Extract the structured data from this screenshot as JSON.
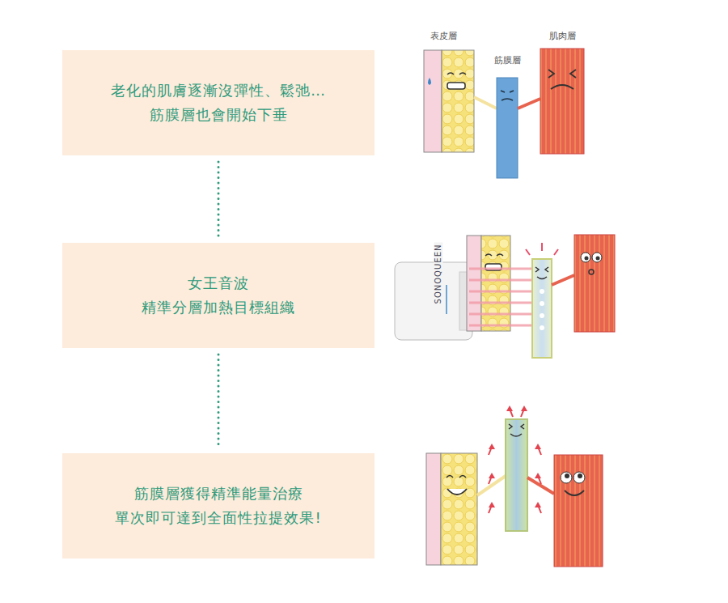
{
  "diagram": {
    "nodes": [
      {
        "text": [
          "老化的肌膚逐漸沒彈性、鬆弛… 筋膜層也會開始下垂"
        ]
      },
      {
        "text": [
          "女王音波 精準分層加熱目標組織"
        ]
      },
      {
        "text": [
          "筋膜層獲得精準能量治療 單次即可達到全面性拉提效果!"
        ]
      }
    ],
    "edges": [
      {
        "from": 0,
        "to": 1,
        "arrow": "none"
      },
      {
        "from": 1,
        "to": 2,
        "arrow": "none"
      }
    ],
    "labels": [
      "表皮層",
      "筋膜層",
      "肌肉層",
      "SONOQUEEN"
    ]
  }
}
